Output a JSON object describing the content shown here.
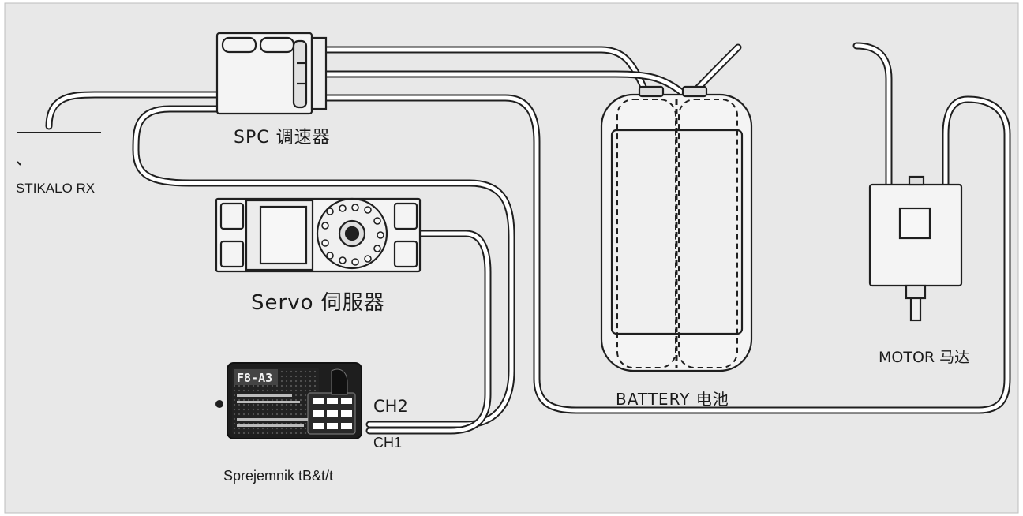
{
  "labels": {
    "spc": "SPC 调速器",
    "stikalo": "STIKALO RX",
    "servo": "Servo 伺服器",
    "battery": "BATTERY 电池",
    "motor": "MOTOR 马达",
    "ch2": "CH2",
    "ch1": "CH1",
    "receiver": "Sprejemnik tB&t/t"
  },
  "receiver_model": "F8-A3",
  "colors": {
    "background": "#e8e8e8",
    "outline": "#1f1f1f",
    "wire_fill": "#ffffff",
    "receiver_body": "#1e1e1e"
  }
}
